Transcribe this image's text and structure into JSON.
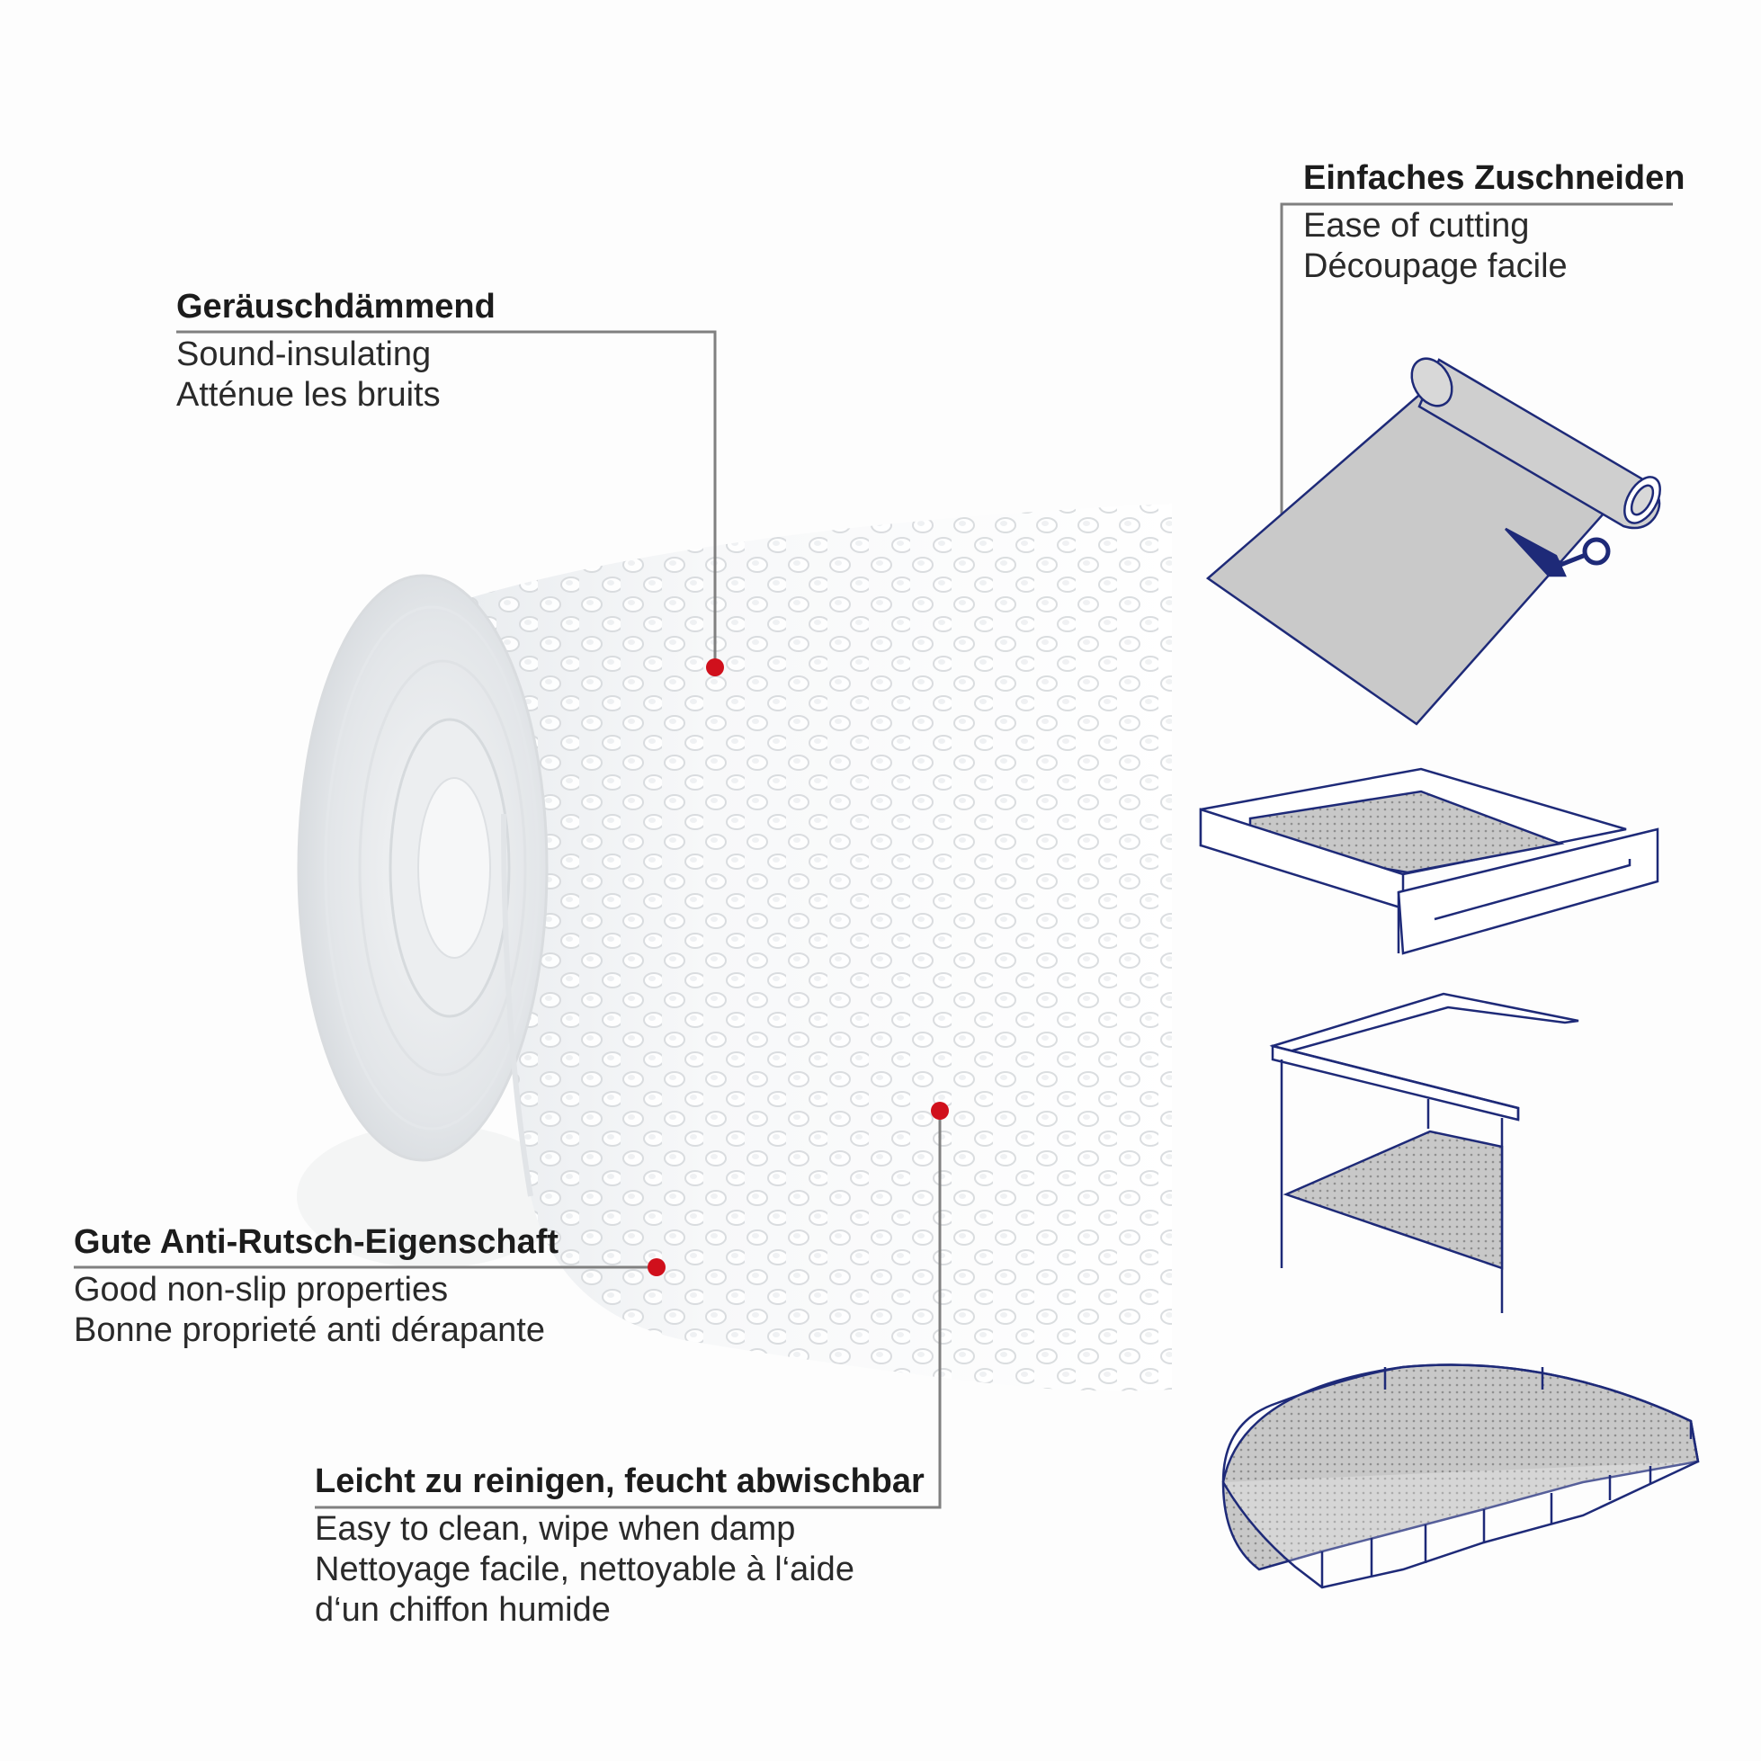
{
  "colors": {
    "accent_dot": "#d0101c",
    "leader_line": "#808080",
    "outline_blue": "#1e2a78",
    "mat_gray": "#c9c9c9"
  },
  "features": {
    "sound": {
      "title": "Geräuschdämmend",
      "lines": [
        "Sound-insulating",
        "Atténue les bruits"
      ]
    },
    "cutting": {
      "title": "Einfaches Zuschneiden",
      "lines": [
        "Ease of cutting",
        "Découpage facile"
      ]
    },
    "nonslip": {
      "title": "Gute Anti-Rutsch-Eigenschaft",
      "lines": [
        "Good non-slip properties",
        "Bonne proprieté anti dérapante"
      ]
    },
    "clean": {
      "title": "Leicht zu reinigen, feucht abwischbar",
      "lines": [
        "Easy to clean, wipe when damp",
        "Nettoyage facile, nettoyable à l‘aide",
        "d‘un chiffon humide"
      ]
    }
  },
  "illustrations": {
    "roll_icon": "mat-roll-with-scissors-icon",
    "drawer_icon": "drawer-with-mat-icon",
    "shelf_icon": "cabinet-shelf-with-mat-icon",
    "corner_icon": "semicircle-corner-shelf-icon"
  }
}
